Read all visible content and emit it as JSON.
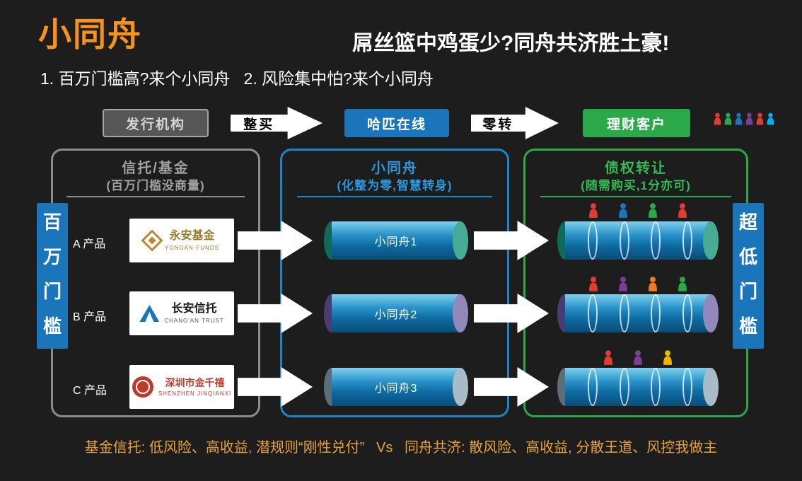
{
  "slide": {
    "title": "小同舟",
    "headline": "屌丝篮中鸡蛋少?同舟共济胜土豪!",
    "subtitle": "1. 百万门槛高?来个小同舟   2. 风险集中怕?来个小同舟",
    "footer": "基金信托: 低风险、高收益, 潜规则“刚性兑付”   Vs   同舟共济: 散风险、高收益, 分散王道、风控我做主",
    "colors": {
      "accent_orange": "#F6921E",
      "blue": "#1B75BB",
      "green": "#2BA84A",
      "gray": "#9C9C9C"
    }
  },
  "flow": {
    "issuer_label": "发行机构",
    "buy_arrow_label": "整买",
    "platform_label": "哈匹在线",
    "transfer_arrow_label": "零转",
    "customer_label": "理财客户",
    "people_colors": [
      "#E03C31",
      "#2BA84A",
      "#1B75BB",
      "#7C3F98",
      "#E03C31",
      "#00B0F0"
    ]
  },
  "left_banner": "百万门槛",
  "right_banner": "超低门槛",
  "panels": {
    "left": {
      "title": "信托/基金",
      "subtitle": "(百万门槛没商量)",
      "rows": [
        {
          "label": "A 产品",
          "logo_name": "永安基金",
          "logo_sub": "YONGAN-FUNDS"
        },
        {
          "label": "B 产品",
          "logo_name": "长安信托",
          "logo_sub": "CHANG'AN TRUST"
        },
        {
          "label": "C 产品",
          "logo_name": "深圳市金千禧",
          "logo_sub": "SHENZHEN JINQIANXI"
        }
      ]
    },
    "middle": {
      "title": "小同舟",
      "subtitle": "(化整为零,智慧转身)",
      "cylinders": [
        {
          "label": "小同舟1",
          "cap_light": "#46AD94",
          "cap_dark": "#0E6B58"
        },
        {
          "label": "小同舟2",
          "cap_light": "#9188BC",
          "cap_dark": "#4A3C72"
        },
        {
          "label": "小同舟3",
          "cap_light": "#A8BCC6",
          "cap_dark": "#5C6E78"
        }
      ]
    },
    "right": {
      "title": "债权转让",
      "subtitle": "(随需购买,1分亦可)",
      "rows": [
        {
          "people_colors": [
            "#E03C31",
            "#1B75BB",
            "#2BA84A",
            "#E03C31"
          ],
          "cap_light": "#46AD94",
          "cap_dark": "#0E6B58"
        },
        {
          "people_colors": [
            "#E03C31",
            "#7C3F98",
            "#F07C20",
            "#2BA84A"
          ],
          "cap_light": "#9188BC",
          "cap_dark": "#4A3C72"
        },
        {
          "people_colors": [
            "#E03C31",
            "#7C3F98",
            "#F0B400"
          ],
          "cap_light": "#A8BCC6",
          "cap_dark": "#5C6E78"
        }
      ]
    }
  }
}
